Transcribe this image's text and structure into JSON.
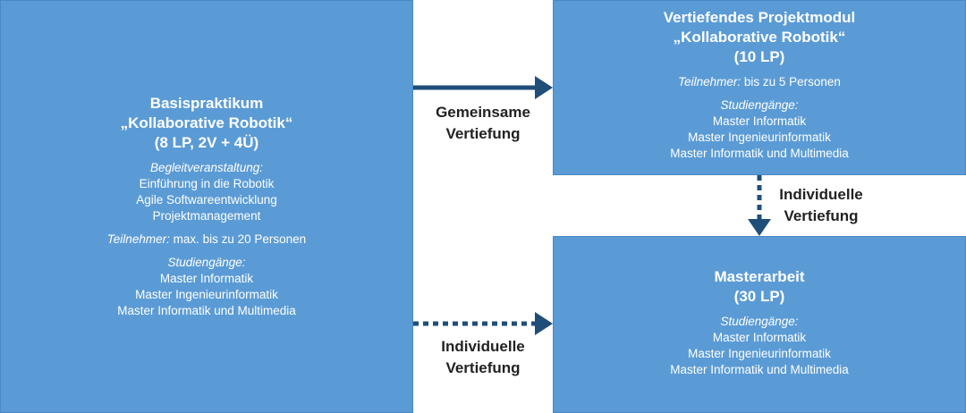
{
  "left_box": {
    "title_lines": [
      "Basispraktikum",
      "„Kollaborative Robotik“",
      "(8 LP, 2V + 4Ü)"
    ],
    "begleit_label": "Begleitveranstaltung:",
    "begleit_items": [
      "Einführung in die Robotik",
      "Agile Softwareentwicklung",
      "Projektmanagement"
    ],
    "teilnehmer_label": "Teilnehmer:",
    "teilnehmer_value": " max. bis zu 20 Personen",
    "studien_label": "Studiengänge:",
    "studien_items": [
      "Master Informatik",
      "Master Ingenieurinformatik",
      "Master Informatik und Multimedia"
    ]
  },
  "top_right_box": {
    "title_lines": [
      "Vertiefendes Projektmodul",
      "„Kollaborative Robotik“",
      "(10 LP)"
    ],
    "teilnehmer_label": "Teilnehmer:",
    "teilnehmer_value": " bis zu 5 Personen",
    "studien_label": "Studiengänge:",
    "studien_items": [
      "Master Informatik",
      "Master Ingenieurinformatik",
      "Master Informatik und Multimedia"
    ]
  },
  "bottom_right_box": {
    "title_lines": [
      "Masterarbeit",
      "(30 LP)"
    ],
    "studien_label": "Studiengänge:",
    "studien_items": [
      "Master Informatik",
      "Master Ingenieurinformatik",
      "Master Informatik und Multimedia"
    ]
  },
  "arrows": {
    "top_label": [
      "Gemeinsame",
      "Vertiefung"
    ],
    "bottom_label": [
      "Individuelle",
      "Vertiefung"
    ],
    "vertical_label": [
      "Individuelle",
      "Vertiefung"
    ]
  },
  "colors": {
    "box_fill": "#5b9bd5",
    "arrow": "#1f4e79",
    "label_text": "#222222"
  }
}
